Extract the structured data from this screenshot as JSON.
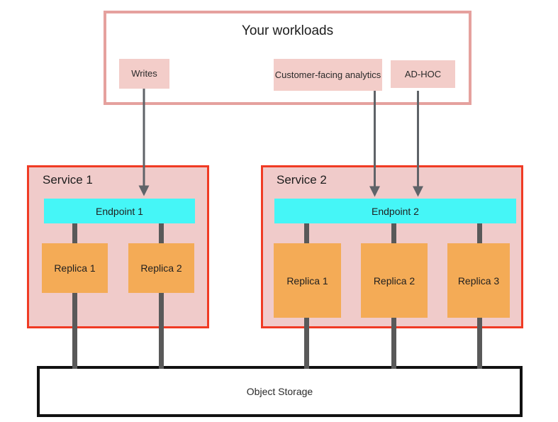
{
  "diagram": {
    "workloads": {
      "title": "Your workloads",
      "items": [
        {
          "label": "Writes"
        },
        {
          "label": "Customer-facing analytics"
        },
        {
          "label": "AD-HOC"
        }
      ]
    },
    "services": [
      {
        "label": "Service 1",
        "endpoint": "Endpoint 1",
        "replicas": [
          "Replica 1",
          "Replica 2"
        ]
      },
      {
        "label": "Service 2",
        "endpoint": "Endpoint 2",
        "replicas": [
          "Replica 1",
          "Replica 2",
          "Replica 3"
        ]
      }
    ],
    "storage": {
      "label": "Object Storage"
    },
    "colors": {
      "workloads_border": "#e5a19e",
      "workload_item_bg": "#f3cdc9",
      "service_border": "#f03b24",
      "service_bg": "#f0cbca",
      "endpoint_bg": "#45f6f7",
      "replica_bg": "#f4ab56",
      "connector_line": "#595959",
      "arrow": "#5f6368",
      "storage_border": "#111111",
      "text": "#1f1f1f"
    }
  }
}
